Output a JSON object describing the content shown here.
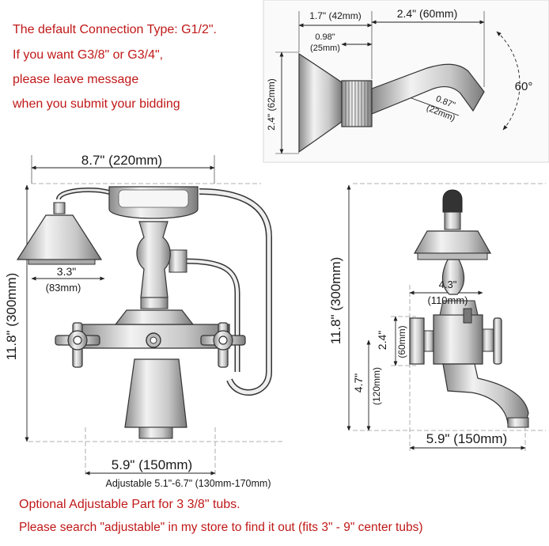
{
  "notes": {
    "line1": "The default Connection Type: G1/2\".",
    "line2": "If you want G3/8\" or G3/4\",",
    "line3": "please leave message",
    "line4": "when you submit your bidding"
  },
  "arm_detail": {
    "top_width": "1.7\" (42mm)",
    "arm_length": "2.4\" (60mm)",
    "nut_width_in": "0.98\"",
    "nut_width_mm": "(25mm)",
    "height": "2.4\" (62mm)",
    "angle": "60°",
    "arm_dia_in": "0.87\"",
    "arm_dia_mm": "(22mm)"
  },
  "front_view": {
    "total_width": "8.7\" (220mm)",
    "height": "11.8\" (300mm)",
    "head_dia_in": "3.3\"",
    "head_dia_mm": "(83mm)",
    "center_distance": "5.9\" (150mm)",
    "adjustable": "Adjustable 5.1\"-6.7\" (130mm-170mm)"
  },
  "side_view": {
    "height": "11.8\" (300mm)",
    "depth_in": "4.3\"",
    "depth_mm": "(110mm)",
    "body_h_in": "2.4\"",
    "body_h_mm": "(60mm)",
    "spout_h_in": "4.7\"",
    "spout_h_mm": "(120mm)",
    "reach": "5.9\" (150mm)"
  },
  "footer": {
    "line1": "Optional Adjustable Part for 3 3/8\" tubs.",
    "line2": "Please search \"adjustable\" in my store to find it out (fits 3\" - 9\" center tubs)"
  }
}
